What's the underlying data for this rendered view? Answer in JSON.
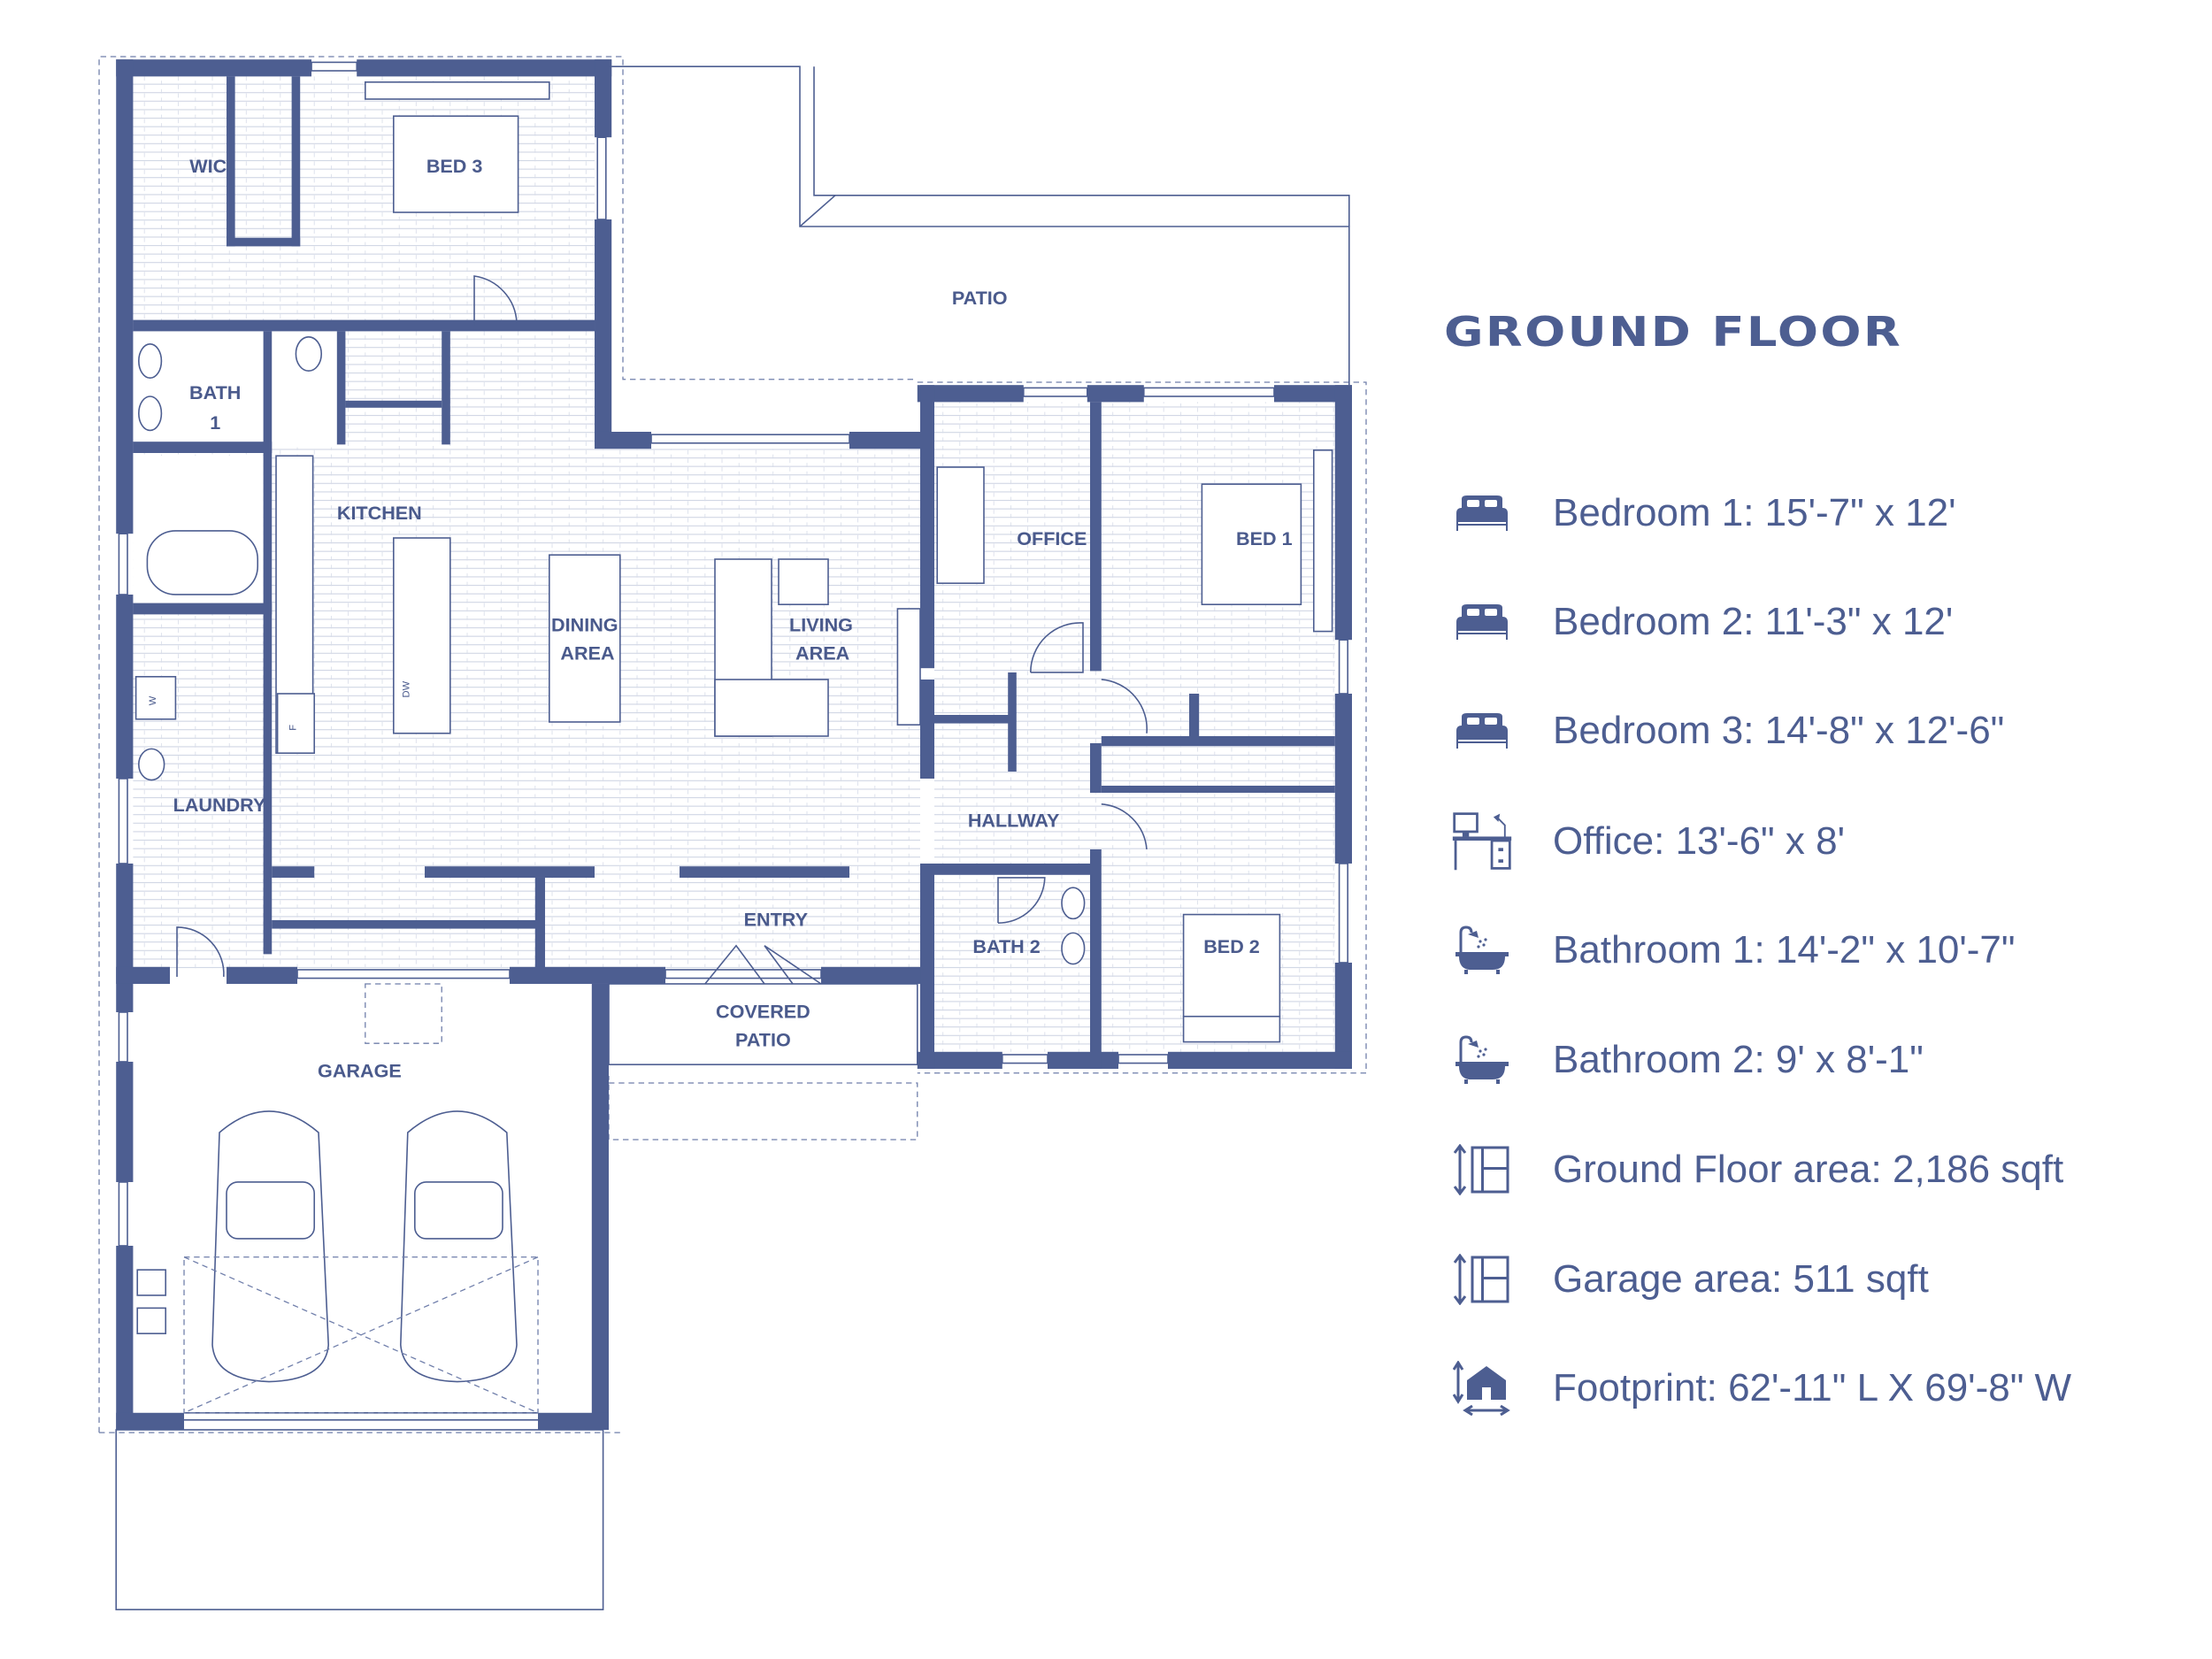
{
  "title": "GROUND FLOOR",
  "colors": {
    "primary": "#4d5e91",
    "background": "#ffffff"
  },
  "rooms": {
    "wic": "WIC",
    "bed3": "BED 3",
    "bath1": [
      "BATH",
      "1"
    ],
    "kitchen": "KITCHEN",
    "dining": [
      "DINING",
      "AREA"
    ],
    "living": [
      "LIVING",
      "AREA"
    ],
    "office": "OFFICE",
    "bed1": "BED 1",
    "hallway": "HALLWAY",
    "laundry": "LAUNDRY",
    "entry": "ENTRY",
    "covered_patio": [
      "COVERED",
      "PATIO"
    ],
    "bath2": "BATH 2",
    "bed2": "BED 2",
    "garage": "GARAGE",
    "patio": "PATIO",
    "dw": "DW",
    "fridge": "F",
    "washer": "W"
  },
  "legend": [
    {
      "icon": "bed-icon",
      "text": "Bedroom 1: 15'-7\" x 12'"
    },
    {
      "icon": "bed-icon",
      "text": "Bedroom 2: 11'-3\" x 12'"
    },
    {
      "icon": "bed-icon",
      "text": "Bedroom 3: 14'-8\" x 12'-6\""
    },
    {
      "icon": "desk-icon",
      "text": "Office: 13'-6\" x 8'"
    },
    {
      "icon": "bathtub-icon",
      "text": "Bathroom 1: 14'-2\" x 10'-7\""
    },
    {
      "icon": "bathtub-icon",
      "text": "Bathroom 2: 9' x 8'-1\""
    },
    {
      "icon": "area-icon",
      "text": "Ground Floor area: 2,186 sqft"
    },
    {
      "icon": "area-icon",
      "text": "Garage area: 511 sqft"
    },
    {
      "icon": "house-dimensions-icon",
      "text": "Footprint: 62'-11\" L X 69'-8\" W"
    }
  ]
}
